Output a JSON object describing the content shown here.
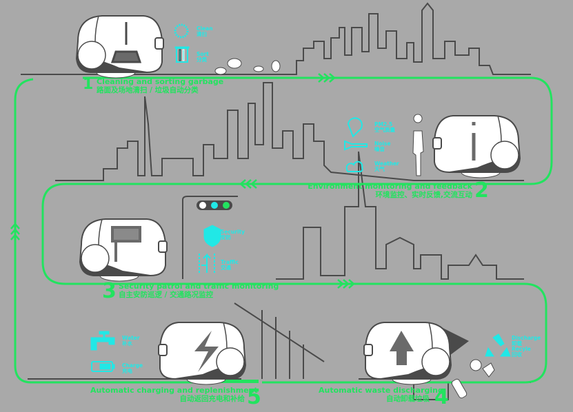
{
  "colors": {
    "route": "#22e35f",
    "icon": "#21e8e6",
    "line": "#4a4a4a",
    "background": "#a9a9a9"
  },
  "steps": [
    {
      "number": "1",
      "title": "Cleaning and sorting garbage",
      "subtitle": "路面及场地清扫 / 垃圾自动分类",
      "icons": [
        {
          "icon": "sun-brush-icon",
          "en": "Clean",
          "zh": "清扫"
        },
        {
          "icon": "trash-bin-icon",
          "en": "Sort",
          "zh": "分类"
        }
      ]
    },
    {
      "number": "2",
      "title": "Environment monitoring and feedback",
      "subtitle": "环境监控、实时反馈,交流互动",
      "icons": [
        {
          "icon": "mask-icon",
          "en": "PM2.5",
          "zh": "空气质量"
        },
        {
          "icon": "horn-icon",
          "en": "Noise",
          "zh": "噪音"
        },
        {
          "icon": "weather-icon",
          "en": "Weather",
          "zh": "天气"
        }
      ]
    },
    {
      "number": "3",
      "title": "Security patrol and traffic monitoring",
      "subtitle": "自主安防巡逻 / 交通路况监控",
      "icons": [
        {
          "icon": "shield-icon",
          "en": "Security",
          "zh": "安防"
        },
        {
          "icon": "traffic-arrow-icon",
          "en": "Traffic",
          "zh": "交通"
        }
      ]
    },
    {
      "number": "4",
      "title": "Automatic waste discharging",
      "subtitle": "自动卸载垃圾",
      "icons": [
        {
          "icon": "recycle-icon",
          "en": "Discharge",
          "zh": "卸载",
          "en2": "Recyle",
          "zh2": "回收"
        }
      ]
    },
    {
      "number": "5",
      "title": "Automatic charging and replenishment",
      "subtitle": "自动返回充电和补给",
      "icons": [
        {
          "icon": "faucet-icon",
          "en": "Water",
          "zh": "补水"
        },
        {
          "icon": "battery-icon",
          "en": "Charge",
          "zh": "充电"
        }
      ]
    }
  ]
}
